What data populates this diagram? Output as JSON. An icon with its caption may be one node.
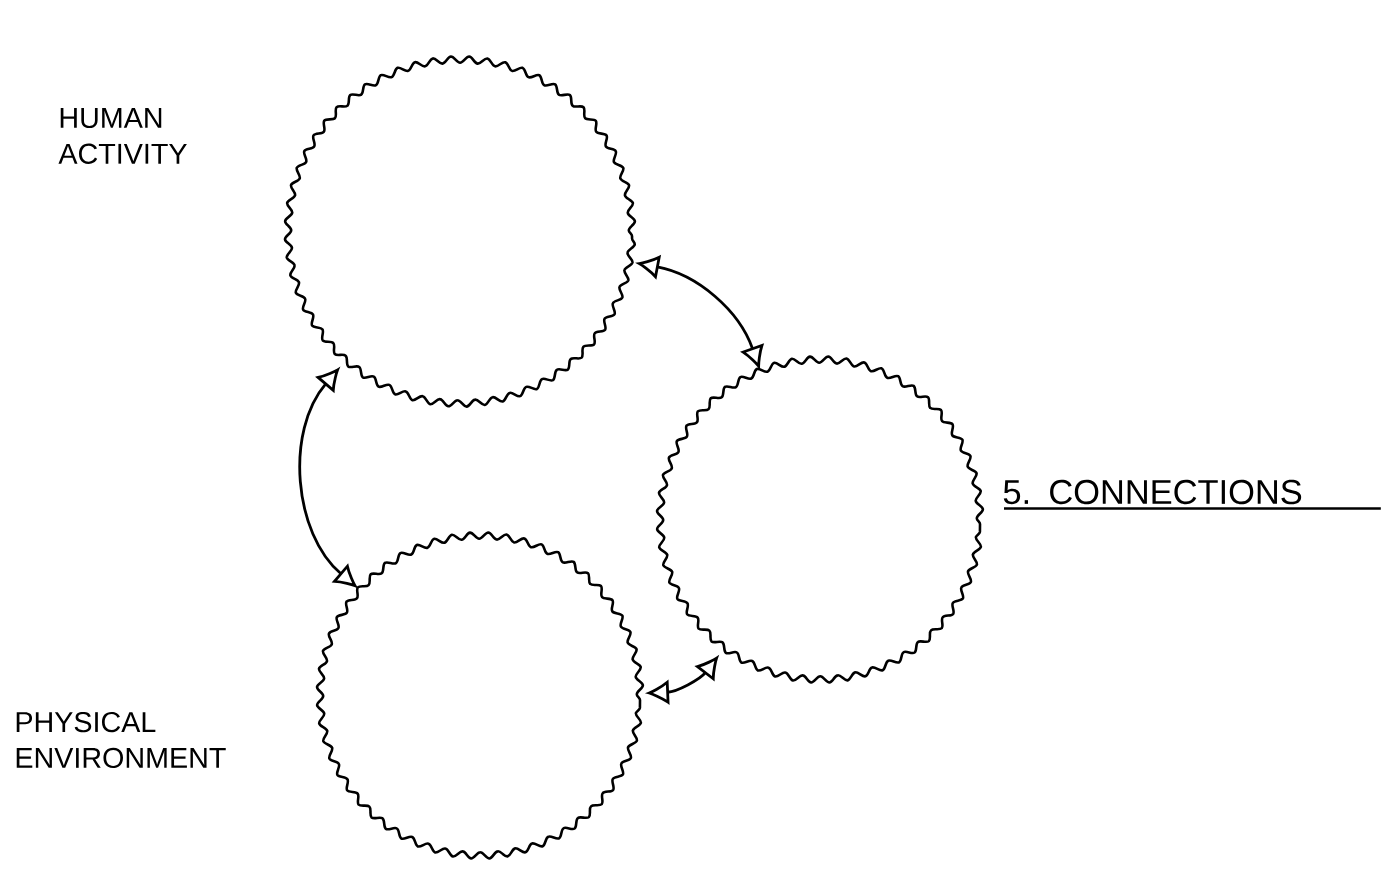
{
  "diagram": {
    "nodes": [
      {
        "text": [
          "HUMAN ACTIVITY"
        ]
      },
      {
        "text": [
          "PHYSICAL ENVIRONMENT"
        ]
      },
      {
        "text": [
          "5. CONNECTIONS"
        ]
      }
    ],
    "edges": [
      {
        "from": 0,
        "to": 1,
        "arrow": "both"
      },
      {
        "from": 0,
        "to": 2,
        "arrow": "both"
      },
      {
        "from": 1,
        "to": 2,
        "arrow": "both"
      }
    ]
  }
}
